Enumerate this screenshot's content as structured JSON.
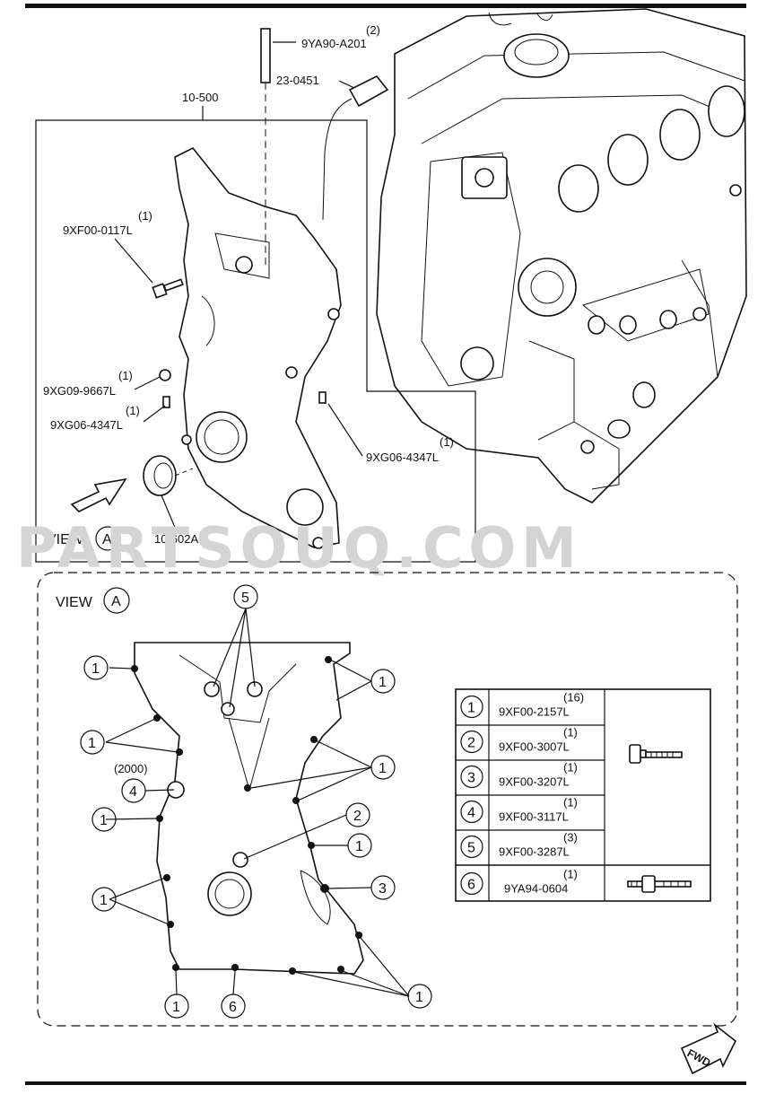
{
  "callouts": {
    "stud_code": "9YA90-A201",
    "stud_qty": "(2)",
    "sensor_code": "23-0451",
    "cover_code": "10-500",
    "bolt_a_qty": "(1)",
    "bolt_a_code": "9XF00-0117L",
    "plug_qty": "(1)",
    "plug_code": "9XG09-9667L",
    "pin_left_qty": "(1)",
    "pin_left_code": "9XG06-4347L",
    "pin_right_qty": "(1)",
    "pin_right_code": "9XG06-4347L",
    "seal_code": "10-602A",
    "view_a_label": "VIEW",
    "view_letter": "A"
  },
  "detail": {
    "view_label": "VIEW",
    "view_letter": "A",
    "qty_2000": "(2000)",
    "markers": {
      "m1": "1",
      "m2": "2",
      "m3": "3",
      "m4": "4",
      "m5": "5",
      "m6": "6"
    }
  },
  "bolt_table": {
    "rows": [
      {
        "num": "1",
        "qty": "(16)",
        "code": "9XF00-2157L"
      },
      {
        "num": "2",
        "qty": "(1)",
        "code": "9XF00-3007L"
      },
      {
        "num": "3",
        "qty": "(1)",
        "code": "9XF00-3207L"
      },
      {
        "num": "4",
        "qty": "(1)",
        "code": "9XF00-3117L"
      },
      {
        "num": "5",
        "qty": "(3)",
        "code": "9XF00-3287L"
      },
      {
        "num": "6",
        "qty": "(1)",
        "code": "9YA94-0604"
      }
    ],
    "icons": [
      "flange-bolt-icon",
      "stud-bolt-icon"
    ]
  },
  "watermark": "PARTSOUQ.COM",
  "fwd_label": "FWD"
}
